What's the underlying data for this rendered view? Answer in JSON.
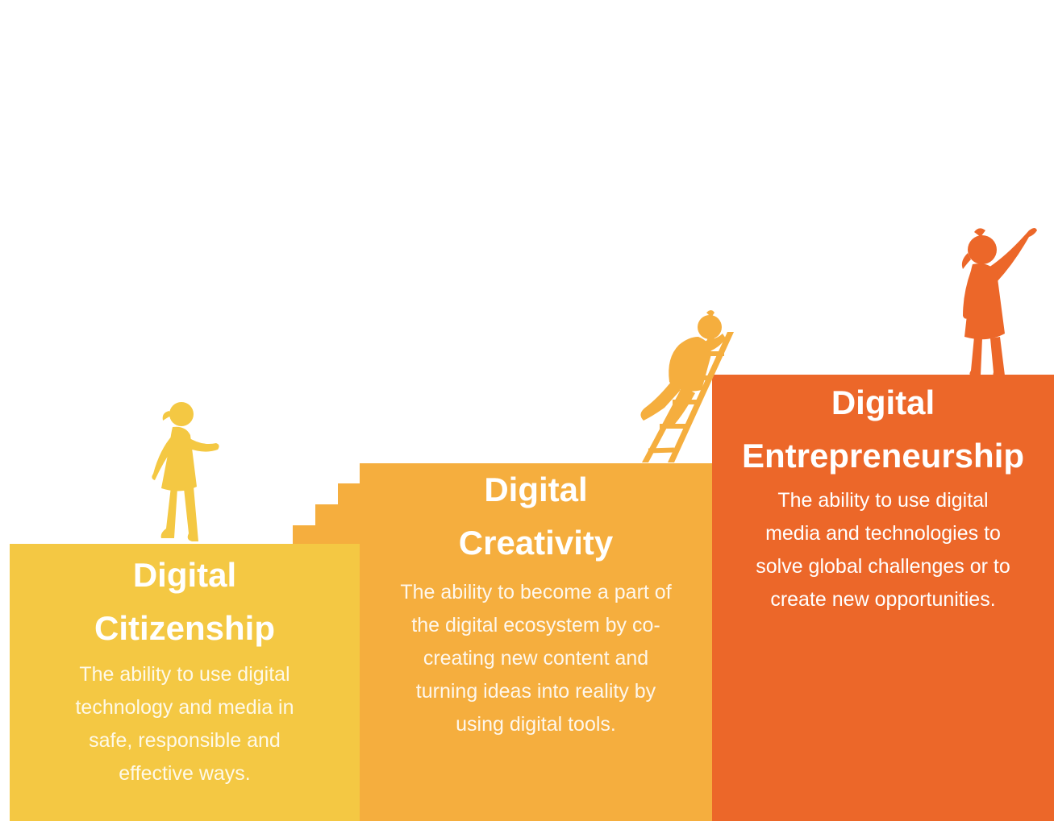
{
  "steps": [
    {
      "title_line1": "Digital",
      "title_line2": "Citizenship",
      "description": "The ability to use digital technology and media in safe, responsible and effective ways.",
      "color": "#f4c843"
    },
    {
      "title_line1": "Digital",
      "title_line2": "Creativity",
      "description": "The ability to become a part of the digital ecosystem by co-creating new content and turning ideas into reality by using digital tools.",
      "color": "#f5ae3e"
    },
    {
      "title_line1": "Digital",
      "title_line2": "Entrepreneurship",
      "description": "The ability to use digital media and technologies to solve global challenges or to create new opportunities.",
      "color": "#ec6729"
    }
  ],
  "icons": {
    "child_walking": "child-walking-silhouette",
    "child_climbing": "child-climbing-ladder-silhouette",
    "child_pointing": "child-pointing-up-silhouette"
  }
}
